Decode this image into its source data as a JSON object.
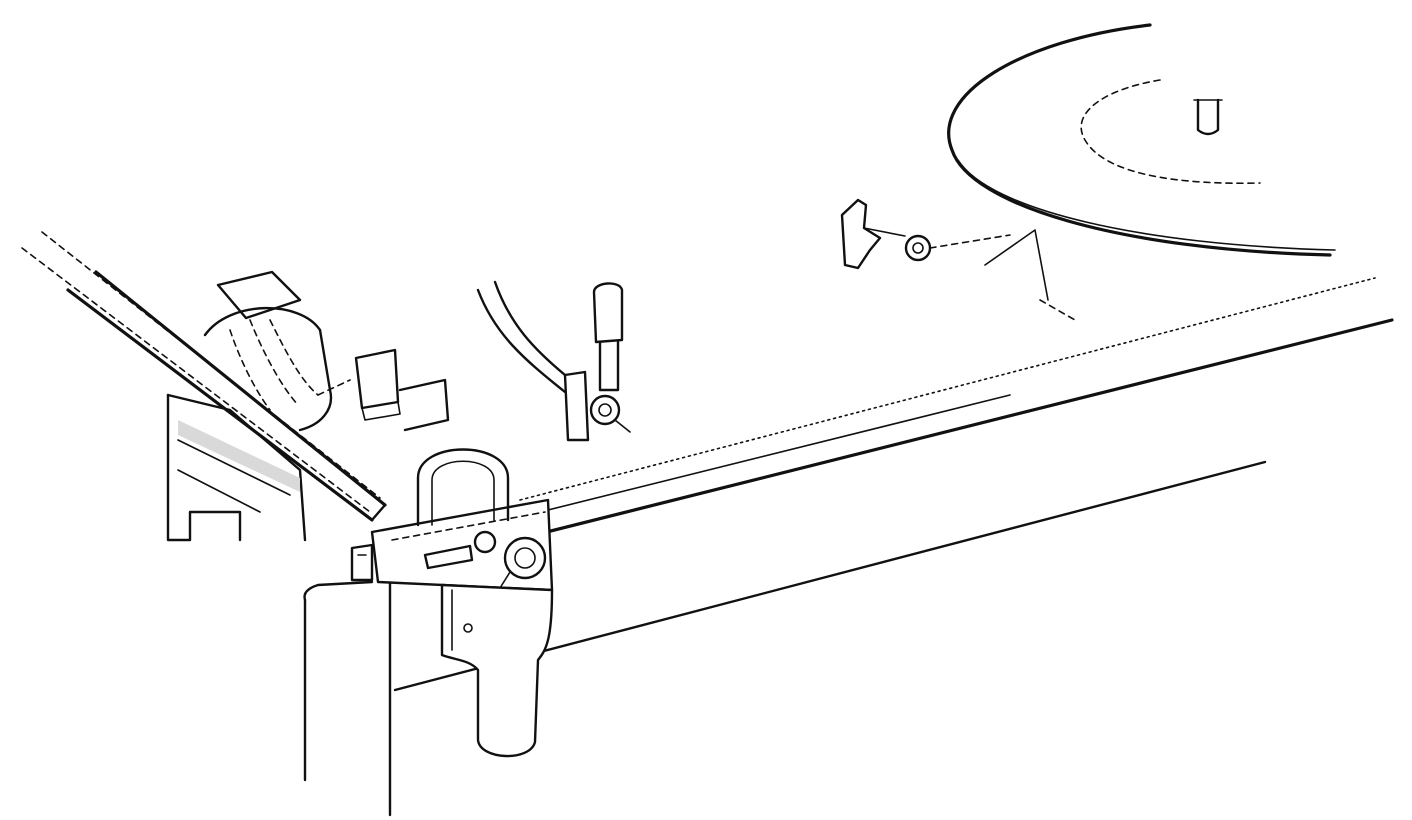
{
  "figure": {
    "ink_color": "#111111",
    "paper_color": "#ffffff",
    "parts": [
      "deck-plate",
      "platter",
      "tonearm-rest",
      "cueing-lever",
      "bracket",
      "knob",
      "cartridge",
      "spring-clip",
      "tonearm-tube"
    ]
  }
}
